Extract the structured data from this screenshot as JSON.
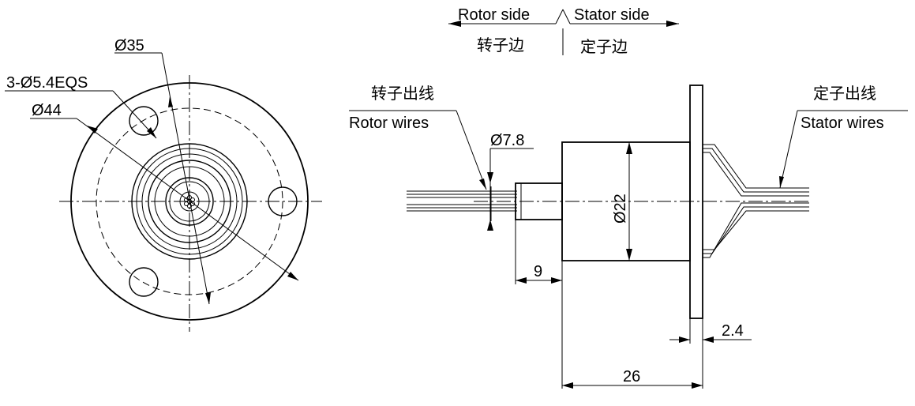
{
  "front_view": {
    "dim_flange_dia": "Ø44",
    "dim_body_dia": "Ø35",
    "dim_holes": "3-Ø5.4EQS"
  },
  "side_view": {
    "rotor_side_en": "Rotor side",
    "stator_side_en": "Stator side",
    "rotor_side_cn": "转子边",
    "stator_side_cn": "定子边",
    "rotor_wires_cn": "转子出线",
    "rotor_wires_en": "Rotor wires",
    "stator_wires_cn": "定子出线",
    "stator_wires_en": "Stator wires",
    "dim_shaft_dia": "Ø7.8",
    "dim_body_dia": "Ø22",
    "dim_shaft_len": "9",
    "dim_flange_thk": "2.4",
    "dim_total_len": "26"
  }
}
